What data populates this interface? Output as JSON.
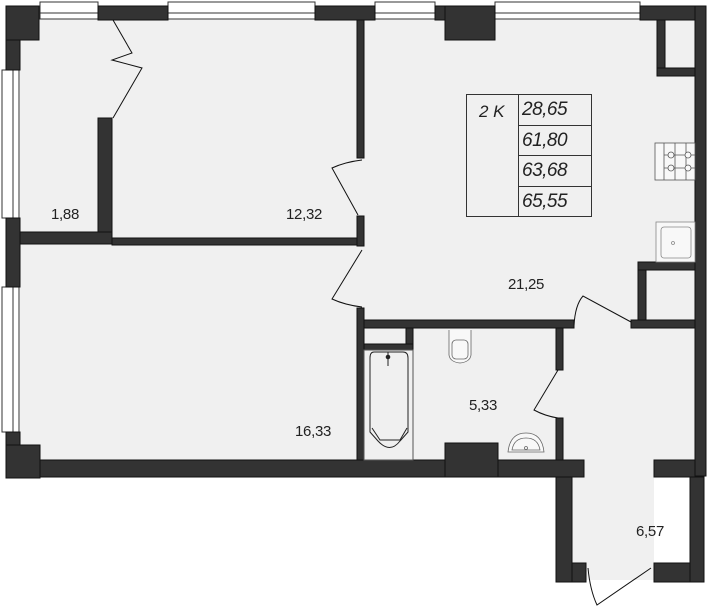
{
  "plan": {
    "title": "Apartment floor plan",
    "colors": {
      "floor": "#f0f0f0",
      "wall": "#333333",
      "wall_outline": "#111111",
      "window": "#ffffff",
      "background": "#ffffff"
    },
    "legend": {
      "rooms_label": "2 K",
      "values": [
        "28,65",
        "61,80",
        "63,68",
        "65,55"
      ]
    },
    "rooms": [
      {
        "id": "balcony",
        "area": "1,88"
      },
      {
        "id": "bedroom-small",
        "area": "12,32"
      },
      {
        "id": "kitchen-living",
        "area": "21,25"
      },
      {
        "id": "bedroom-large",
        "area": "16,33"
      },
      {
        "id": "bathroom",
        "area": "5,33"
      },
      {
        "id": "hallway",
        "area": "6,57"
      }
    ],
    "fixtures": [
      "stove",
      "kitchen-sink",
      "bathtub",
      "toilet",
      "washbasin"
    ]
  }
}
